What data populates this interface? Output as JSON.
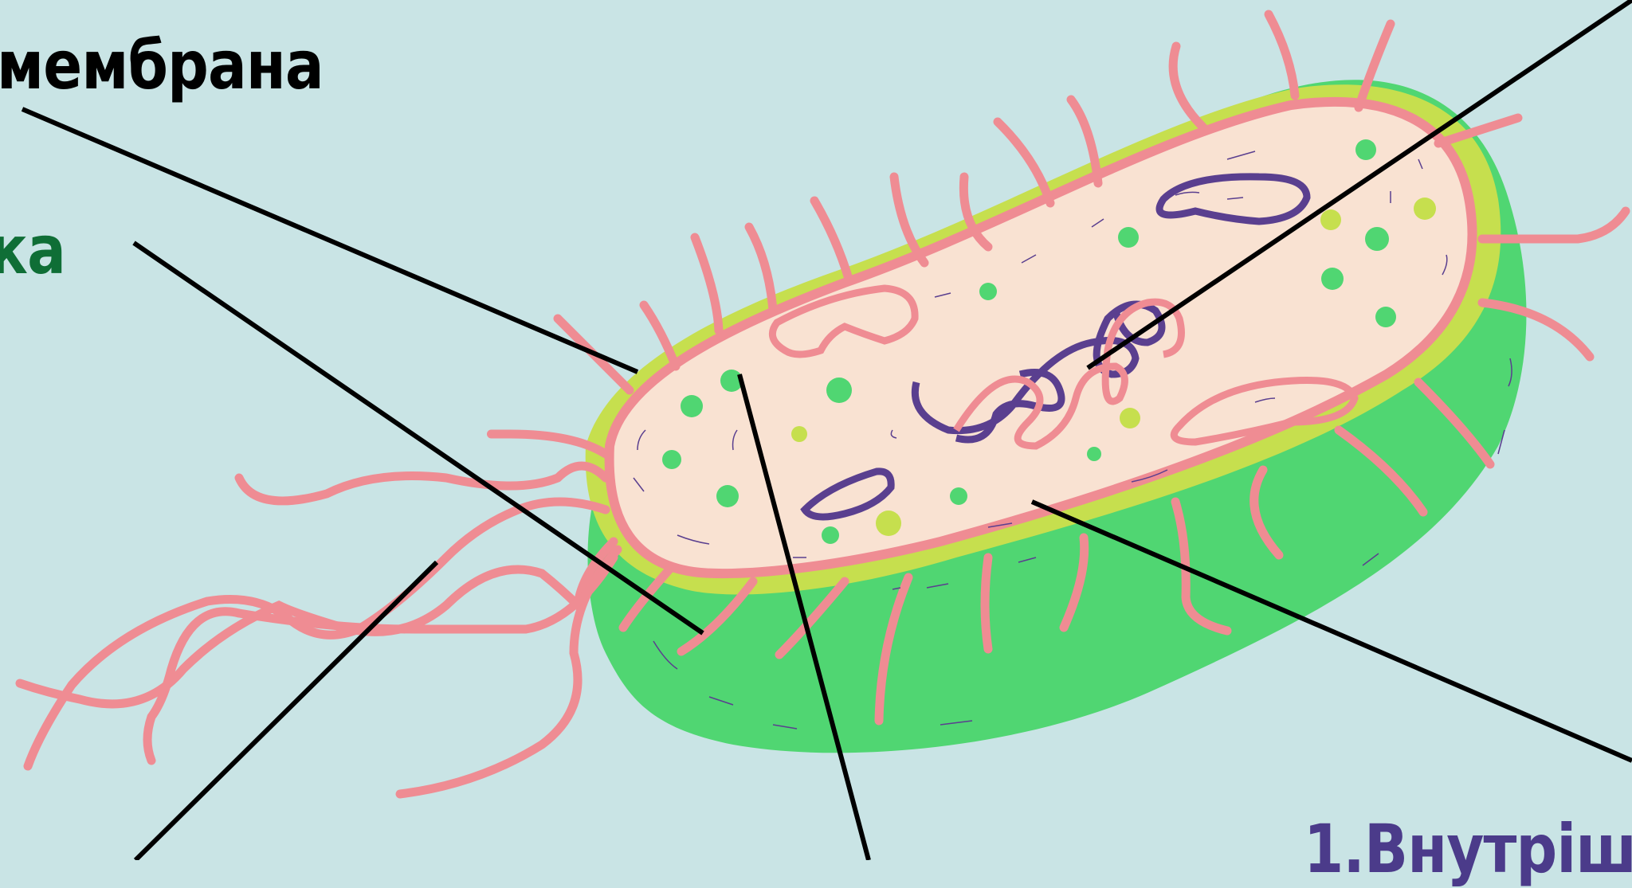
{
  "labels": {
    "membrane": "мембрана",
    "wall_fragment": "ка",
    "inner_fragment": "1.Внутріш"
  },
  "colors": {
    "background": "#c9e4e5",
    "capsule": "#50d672",
    "cell_wall": "#c6df4e",
    "membrane": "#ef8c93",
    "cytoplasm": "#f9e2d2",
    "organelle_outline": "#5a3f8f",
    "granule_green": "#50d672",
    "granule_yellow": "#c6df4e",
    "pointer_line": "#000000",
    "label_membrane": "#000000",
    "label_wall": "#0f6e36",
    "label_inner": "#4b3b8a"
  }
}
